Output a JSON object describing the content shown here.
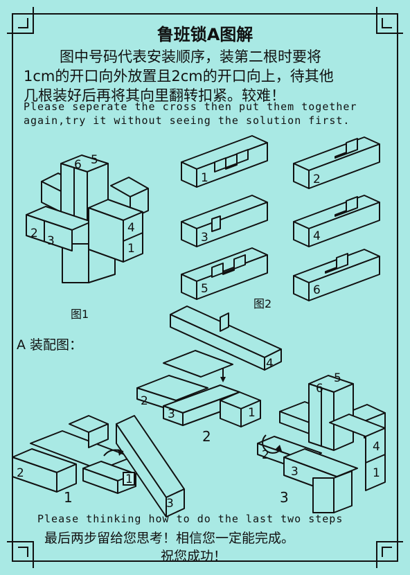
{
  "title": "鲁班锁A图解",
  "instructions_cn": [
    "图中号码代表安装顺序，装第二根时要将",
    "1cm的开口向外放置且2cm的开口向上，待其他",
    "几根装好后再将其向里翻转扣紧。较难！"
  ],
  "instructions_en": [
    "Please seperate the cross then put them together",
    "again,try it without seeing the solution first."
  ],
  "figure1": {
    "caption": "图1",
    "piece_numbers": [
      "6",
      "5",
      "2",
      "3",
      "4",
      "1"
    ]
  },
  "figure2": {
    "caption": "图2",
    "piece_numbers": [
      "1",
      "2",
      "3",
      "4",
      "5",
      "6"
    ]
  },
  "assembly": {
    "heading": "A 装配图：",
    "steps": [
      {
        "number": "1",
        "piece_labels": [
          "2",
          "1",
          "3"
        ]
      },
      {
        "number": "2",
        "piece_labels": [
          "4",
          "2",
          "3",
          "1"
        ]
      },
      {
        "number": "3",
        "piece_labels": [
          "6",
          "5",
          "2",
          "3",
          "4",
          "1"
        ]
      }
    ]
  },
  "footer_en": "Please thinking how to do the last two steps",
  "footer_cn": [
    "最后两步留给您思考！相信您一定能完成。",
    "祝您成功！"
  ],
  "colors": {
    "background": "#a9e9e4",
    "ink": "#111111"
  }
}
